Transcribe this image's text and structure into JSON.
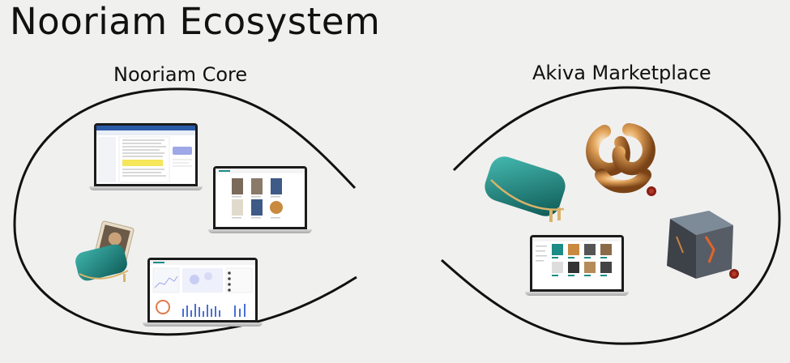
{
  "title": "Nooriam Ecosystem",
  "sections": {
    "core_label": "Nooriam Core",
    "marketplace_label": "Akiva Marketplace"
  },
  "colors": {
    "background": "#f0f0ef",
    "line": "#111111",
    "teal": "#1d8c86",
    "gold": "#c98a3f",
    "highlight": "#f5e65a",
    "accent_blue": "#9fa8e6"
  }
}
